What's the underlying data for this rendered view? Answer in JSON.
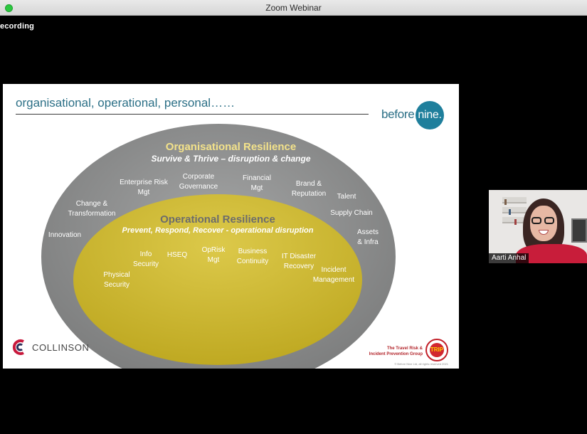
{
  "window": {
    "title": "Zoom Webinar"
  },
  "status": {
    "recording_label": "ecording"
  },
  "slide": {
    "title": "organisational, operational, personal……",
    "brand": {
      "word": "before",
      "circle": "nine."
    },
    "outer": {
      "heading": "Organisational Resilience",
      "subheading": "Survive & Thrive – disruption & change",
      "items": [
        "Enterprise Risk\nMgt",
        "Corporate\nGovernance",
        "Financial\nMgt",
        "Brand &\nReputation",
        "Talent",
        "Change &\nTransformation",
        "Supply Chain",
        "Innovation",
        "Assets\n& Infra"
      ]
    },
    "inner": {
      "heading": "Operational Resilience",
      "subheading": "Prevent, Respond, Recover - operational disruption",
      "items": [
        "Info\nSecurity",
        "HSEQ",
        "OpRisk\nMgt",
        "Business\nContinuity",
        "IT Disaster\nRecovery",
        "Incident\nManagement",
        "Physical\nSecurity"
      ]
    },
    "footer": {
      "collinson": "COLLINSON",
      "trip_text": "The Travel Risk &\nIncident Prevention Group",
      "trip_badge": "TRIP",
      "copyright": "© Before Nine Ltd, all rights reserved 2021"
    }
  },
  "participant": {
    "name": "Aarti Anhal"
  },
  "colors": {
    "outer_ellipse": "#8d8e8e",
    "inner_ellipse": "#cbb52a",
    "accent_teal": "#1f7f9c",
    "recording_green": "#2bc840"
  }
}
